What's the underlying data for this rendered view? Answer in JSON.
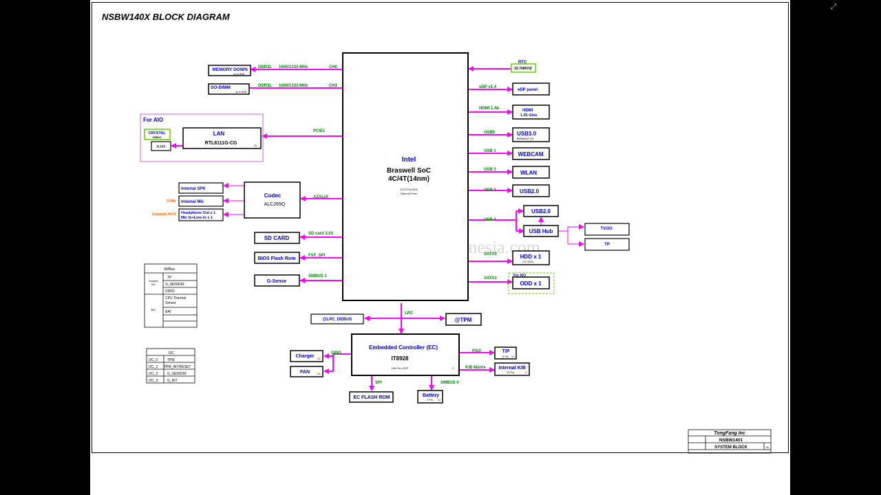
{
  "title": "NSBW140X  BLOCK DIAGRAM",
  "watermark": "www.teknisi-indonesia.com",
  "colors": {
    "link": "#ff00ff",
    "box_text": "#0000cc",
    "signal": "#008000",
    "orange": "#ff6600",
    "pin": "#cc0000"
  },
  "soc": {
    "l1": "Intel",
    "l2": "Braswell  SoC",
    "l3": "4C/4T(14nm)",
    "pkg1": "1170 Pin BGA",
    "pkg2": "25mmX27mm"
  },
  "memory": [
    {
      "name": "MEMORY DOWN",
      "sub": "up to 8GB",
      "sig": "DDR3L",
      "speed": "1600/1333 MHz",
      "ch": "CH0"
    },
    {
      "name": "SO-DIMM",
      "sub": "up to 8GB",
      "sig": "DDR3L",
      "speed": "1600/1333 MHz",
      "ch": "CH1"
    }
  ],
  "aio": {
    "label": "For AIO",
    "crystal": "CRYSTAL",
    "crystal_freq": "25MHZ",
    "rj45": "RJ45",
    "lan": "LAN",
    "lan_chip": "RTL8111G-CG",
    "lan_pin": "35",
    "pcie": "PCIE1"
  },
  "codec": {
    "name": "Codec",
    "chip": "ALC269Q",
    "bus": "AZALIA",
    "spk": "Internal SPK",
    "mic": "Internal Mic",
    "dmic": "D-Mic",
    "hp1": "Headphone Out x 1",
    "hp2": "Mic In+Line-In x 1",
    "jack": "External JACK"
  },
  "left_blocks": {
    "sd": "SD CARD",
    "sd_sig": "SD card 3.01",
    "bios": "BIOS Flash Rom",
    "bios_sig": "FST_SPI",
    "gsense": "G-Sense",
    "gsense_sig": "SMBUS 1"
  },
  "right": {
    "rtc": "RTC",
    "rtc_freq": "32.768KHZ",
    "edp_sig": "eDP v1.4",
    "edp": "eDP panel",
    "hdmi_sig": "HDMI 1.4b",
    "hdmi": "HDMI",
    "hdmi_rate": "1.65 Gb/s",
    "usb0": "USB0",
    "usb3": "USB3.0",
    "usb3_sub": "Enhance 1A",
    "usb1": "USB 1",
    "webcam": "WEBCAM",
    "usb2_sig": "USB 2",
    "wlan": "WLAN",
    "usb3_sig": "USB 3",
    "usb20": "USB2.0",
    "usb4": "USB 4",
    "hub_usb": "USB2.0",
    "hub": "USB Hub",
    "tv3g": "TV/3G",
    "tp": "TP",
    "sata0": "SATA0",
    "hdd": "HDD x 1",
    "hdd_sub": "2.5\" SATA",
    "sata1": "SATA1",
    "odd_aio": "For AIO",
    "odd": "ODD x 1"
  },
  "ec": {
    "name": "Embedded Controller (EC)",
    "chip": "IT8928",
    "pkg": "128 Pin LQFP",
    "pin": "17",
    "lpc": "LPC",
    "lpc_debug": "@LPC_DEBUG",
    "tpm": "@TPM",
    "gpio": "GPIO",
    "charger": "Charger",
    "charger_pin": "34",
    "fan": "FAN",
    "fan_pin": "36",
    "spi": "SPI",
    "flash": "EC FLASH ROM",
    "smbus0": "SMBUS 0",
    "battery": "Battery",
    "battery_pins": "7 Pin",
    "battery_no": "34",
    "ps2": "PS/2",
    "tp": "T/P",
    "tp_pins": "6 Pin",
    "tp_no": "29",
    "kb_sig": "K/B Matrix",
    "kb": "Internal K/B",
    "kb_pins": "24 Pin",
    "kb_no": "17"
  },
  "smbus_table": {
    "header": "SMBus",
    "g1": "Braswell",
    "g1b": "SoC",
    "rows1": [
      "TP",
      "G_SENSOR",
      "DDR3"
    ],
    "g2": "EC",
    "rows2": [
      "CPU Thermal",
      "Sensor",
      "BAT",
      ""
    ]
  },
  "i2c_table": {
    "header": "I2C",
    "rows": [
      [
        "I2C_0",
        "TPM"
      ],
      [
        "I2C_1",
        "TPM_INT/RESET"
      ],
      [
        "I2C_2",
        "G_SENSOR"
      ],
      [
        "I2C_3",
        "G_INT"
      ]
    ]
  },
  "titleblock": {
    "company": "TongFang Inc",
    "model": "NSBW1401",
    "sheet": "SYSTEM BLOCK",
    "rev": "1A"
  },
  "corner_icon": "collapse-icon"
}
